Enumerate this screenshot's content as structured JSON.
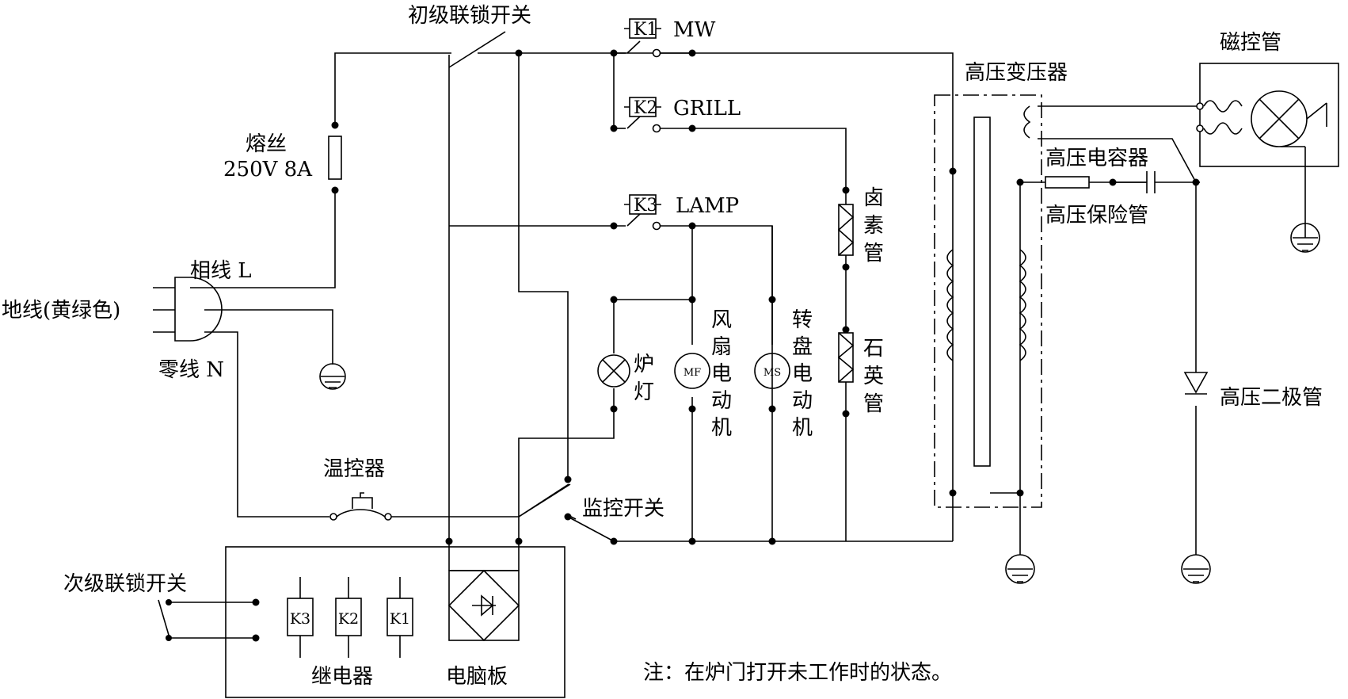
{
  "labels": {
    "primary_interlock": "初级联锁开关",
    "fuse_title": "熔丝",
    "fuse_rating": "250V 8A",
    "phase": "相线 L",
    "ground": "地线(黄绿色)",
    "neutral": "零线 N",
    "thermostat": "温控器",
    "monitor_switch": "监控开关",
    "secondary_interlock": "次级联锁开关",
    "relay": "继电器",
    "board": "电脑板",
    "k1": "K1",
    "k2": "K2",
    "k3": "K3",
    "mw": "MW",
    "grill": "GRILL",
    "lamp": "LAMP",
    "halogen": [
      "卤",
      "素",
      "管"
    ],
    "quartz": [
      "石",
      "英",
      "管"
    ],
    "oven_lamp": [
      "炉",
      "灯"
    ],
    "fan_motor": [
      "风",
      "扇",
      "电",
      "动",
      "机"
    ],
    "turntable_motor": [
      "转",
      "盘",
      "电",
      "动",
      "机"
    ],
    "mf": "MF",
    "ms": "MS",
    "hv_transformer": "高压变压器",
    "magnetron": "磁控管",
    "hv_capacitor": "高压电容器",
    "hv_fuse": "高压保险管",
    "hv_diode": "高压二极管",
    "note": "注：在炉门打开未工作时的状态。"
  }
}
